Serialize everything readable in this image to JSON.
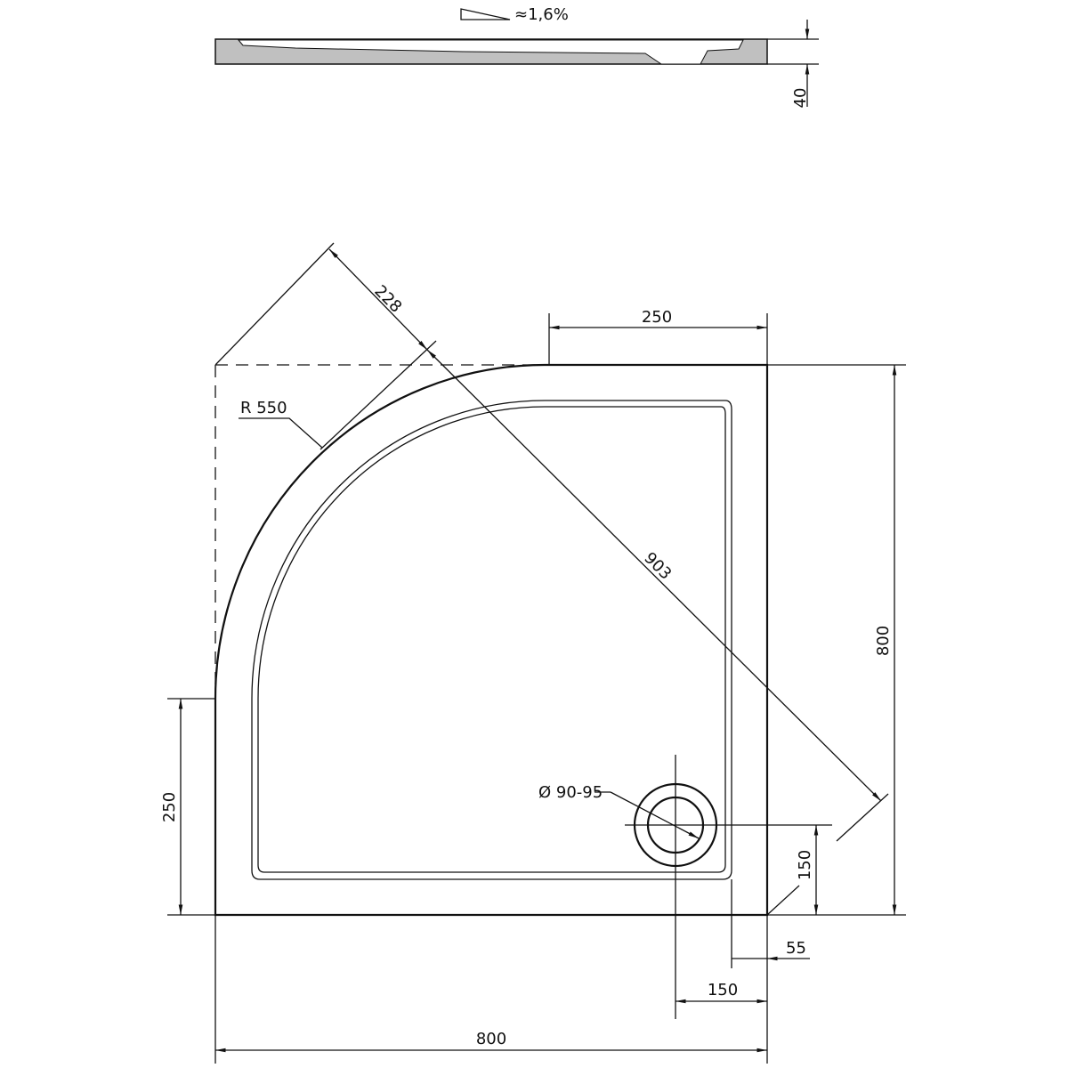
{
  "section_view": {
    "slope_label": "≈1,6%",
    "height_dim": "40"
  },
  "plan_view": {
    "dim_top_250": "250",
    "dim_diag_228": "228",
    "dim_diag_903": "903",
    "radius_label": "R 550",
    "dim_right_800": "800",
    "dim_left_250": "250",
    "drain_label": "Ø 90-95",
    "dim_drain_150_vertical": "150",
    "dim_55": "55",
    "dim_drain_150_horizontal": "150",
    "dim_bottom_800": "800"
  },
  "colors": {
    "section_fill": "#c0c0c0",
    "line": "#111111"
  }
}
